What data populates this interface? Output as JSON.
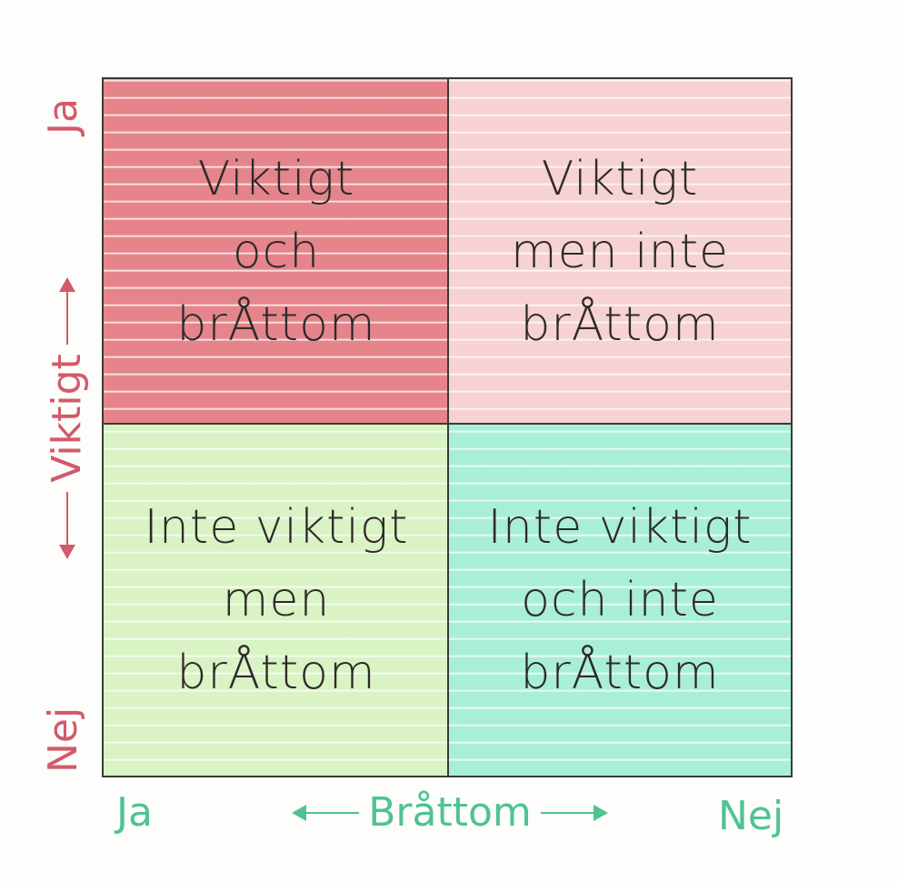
{
  "colors": {
    "urgent_important": "#e5858b",
    "important_not_urgent": "#f6d2d2",
    "urgent_not_important": "#d9f3c4",
    "neither": "#a9efd8",
    "border": "#3a3a3a",
    "y_axis": "#d35a6a",
    "x_axis": "#4fc38f"
  },
  "quadrants": {
    "top_left": {
      "lines": [
        "Viktigt",
        "och",
        "brÅttom"
      ]
    },
    "top_right": {
      "lines": [
        "Viktigt",
        "men inte",
        "brÅttom"
      ]
    },
    "bottom_left": {
      "lines": [
        "Inte viktigt",
        "men",
        "brÅttom"
      ]
    },
    "bottom_right": {
      "lines": [
        "Inte viktigt",
        "och inte",
        "brÅttom"
      ]
    }
  },
  "y_axis": {
    "title": "Viktigt",
    "top_label": "Ja",
    "bottom_label": "Nej"
  },
  "x_axis": {
    "title": "Bråttom",
    "left_label": "Ja",
    "right_label": "Nej"
  }
}
